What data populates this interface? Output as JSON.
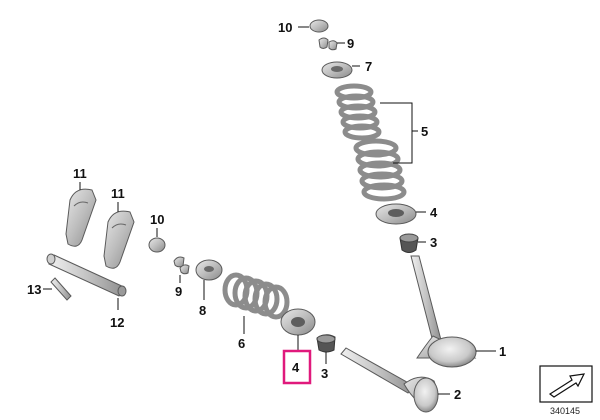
{
  "diagram": {
    "callouts": {
      "c10_top": "10",
      "c9_top": "9",
      "c7": "7",
      "c5": "5",
      "c4_right": "4",
      "c3_right": "3",
      "c1": "1",
      "c2": "2",
      "c11_left": "11",
      "c11_right": "11",
      "c10_mid": "10",
      "c9_mid": "9",
      "c8": "8",
      "c6": "6",
      "c4_highlighted": "4",
      "c3_low": "3",
      "c13": "13",
      "c12": "12"
    },
    "highlight_color": "#e0197c",
    "reference_number": "340145",
    "corner_icon": "direction-arrow-icon"
  }
}
